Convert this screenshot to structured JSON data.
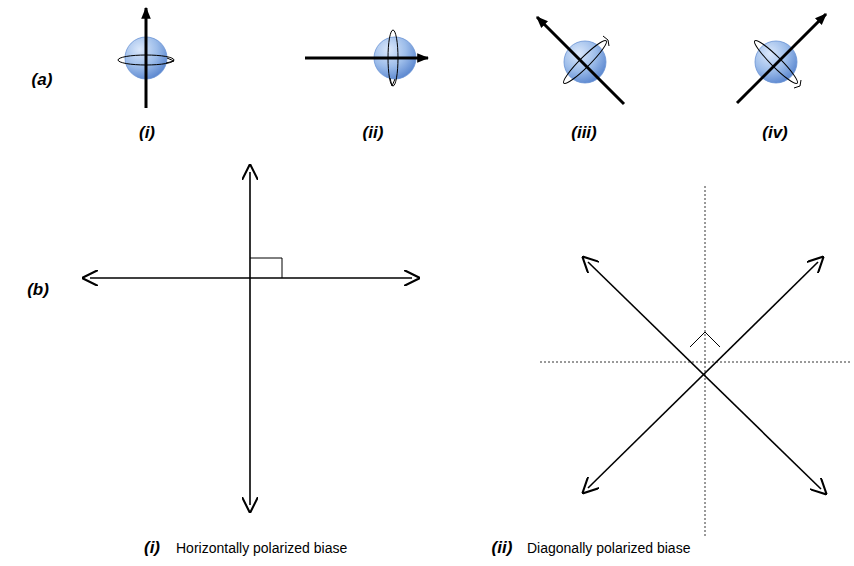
{
  "diagram": {
    "labels": [
      "(a)",
      "(i)",
      "(ii)",
      "(iii)",
      "(iv)",
      "(b)",
      "(i)",
      "Horizontally polarized biase",
      "(ii)",
      "Diagonally polarized biase"
    ]
  }
}
